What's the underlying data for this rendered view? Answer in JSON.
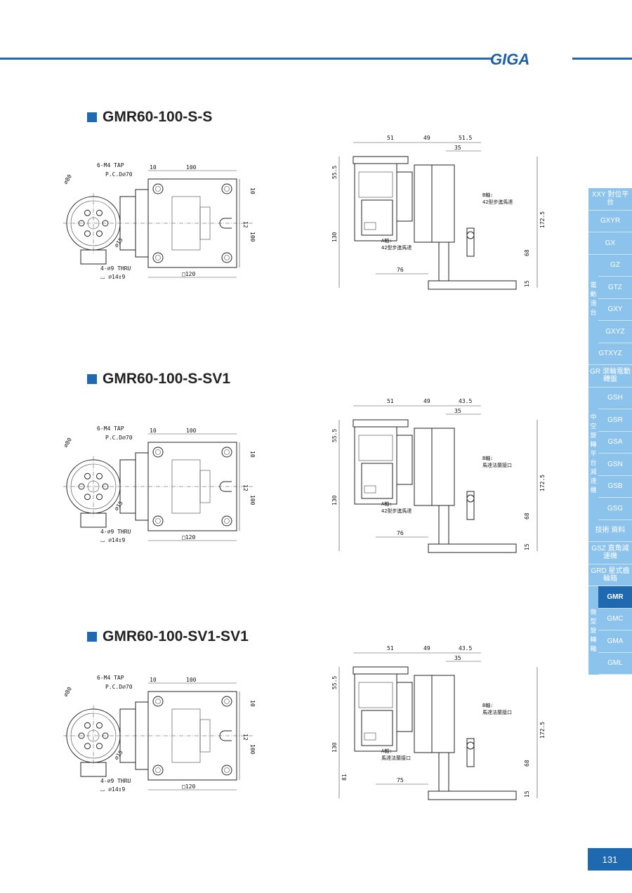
{
  "header": {
    "logo": "GIGA"
  },
  "sections": [
    {
      "title": "GMR60-100-S-S",
      "front": {
        "tap": "6-M4 TAP",
        "pcd": "P.C.D∅70",
        "dia80": "∅80",
        "dia15": "∅15",
        "thru": "4-∅9 THRU",
        "cbore": "⌴ ∅14↧9",
        "d10": "10",
        "d100": "100",
        "d10v": "10",
        "d12": "12",
        "d100v": "100",
        "sq120": "□120"
      },
      "side": {
        "d51": "51",
        "d49": "49",
        "d_right": "51.5",
        "d35": "35",
        "d555": "55.5",
        "d130": "130",
        "d76": "76",
        "d1725": "172.5",
        "d68": "68",
        "d15": "15",
        "label_a_1": "A軸:",
        "label_a_2": "42型步進馬達",
        "label_b_1": "B軸:",
        "label_b_2": "42型步進馬達"
      }
    },
    {
      "title": "GMR60-100-S-SV1",
      "front": {
        "tap": "6-M4 TAP",
        "pcd": "P.C.D∅70",
        "dia80": "∅80",
        "dia15": "∅15",
        "thru": "4-∅9 THRU",
        "cbore": "⌴ ∅14↧9",
        "d10": "10",
        "d100": "100",
        "d10v": "10",
        "d12": "12",
        "d100v": "100",
        "sq120": "□120"
      },
      "side": {
        "d51": "51",
        "d49": "49",
        "d_right": "43.5",
        "d35": "35",
        "d555": "55.5",
        "d130": "130",
        "d76": "76",
        "d1725": "172.5",
        "d68": "68",
        "d15": "15",
        "label_a_1": "A軸:",
        "label_a_2": "42型步進馬達",
        "label_b_1": "B軸:",
        "label_b_2": "馬達法蘭接口"
      }
    },
    {
      "title": "GMR60-100-SV1-SV1",
      "front": {
        "tap": "6-M4 TAP",
        "pcd": "P.C.D∅70",
        "dia80": "∅80",
        "dia15": "∅15",
        "thru": "4-∅9 THRU",
        "cbore": "⌴ ∅14↧9",
        "d10": "10",
        "d100": "100",
        "d10v": "10",
        "d12": "12",
        "d100v": "100",
        "sq120": "□120"
      },
      "side": {
        "d51": "51",
        "d49": "49",
        "d_right": "43.5",
        "d35": "35",
        "d555": "55.5",
        "d130": "130",
        "d81": "81",
        "d75": "75",
        "d1725": "172.5",
        "d68": "68",
        "d15": "15",
        "label_a_1": "A軸:",
        "label_a_2": "馬達法蘭接口",
        "label_b_1": "B軸:",
        "label_b_2": "馬達法蘭接口"
      }
    }
  ],
  "sidebar": {
    "items": [
      {
        "label": "XXY 對位平台",
        "color": "#8cc3ec"
      },
      {
        "label": "GXYR",
        "color": "#8cc3ec"
      },
      {
        "label": "GX",
        "color": "#8cc3ec"
      },
      {
        "label": "GZ",
        "color": "#8cc3ec"
      },
      {
        "label": "GTZ",
        "color": "#8cc3ec"
      },
      {
        "label": "GXY",
        "color": "#8cc3ec"
      },
      {
        "label": "GXYZ",
        "color": "#8cc3ec"
      },
      {
        "label": "GTXYZ",
        "color": "#8cc3ec"
      },
      {
        "label": "GR 滾輪電動轉盤",
        "color": "#8cc3ec"
      },
      {
        "label": "GSH",
        "color": "#8cc3ec"
      },
      {
        "label": "GSR",
        "color": "#8cc3ec"
      },
      {
        "label": "GSA",
        "color": "#8cc3ec"
      },
      {
        "label": "GSN",
        "color": "#8cc3ec"
      },
      {
        "label": "GSB",
        "color": "#8cc3ec"
      },
      {
        "label": "GSG",
        "color": "#8cc3ec"
      },
      {
        "label": "技術 資料",
        "color": "#8cc3ec"
      },
      {
        "label": "GSZ 直角減速機",
        "color": "#8cc3ec"
      },
      {
        "label": "GRD 星式齒輪箱",
        "color": "#8cc3ec"
      },
      {
        "label": "GMR",
        "color": "#1f69b0",
        "active": true
      },
      {
        "label": "GMC",
        "color": "#8cc3ec"
      },
      {
        "label": "GMA",
        "color": "#8cc3ec"
      },
      {
        "label": "GML",
        "color": "#8cc3ec"
      }
    ],
    "groups": [
      {
        "label": "電動滑台"
      },
      {
        "label": "中空旋轉平台減速機"
      },
      {
        "label": "微型旋轉軸"
      }
    ]
  },
  "footer": {
    "page_number": "131"
  }
}
